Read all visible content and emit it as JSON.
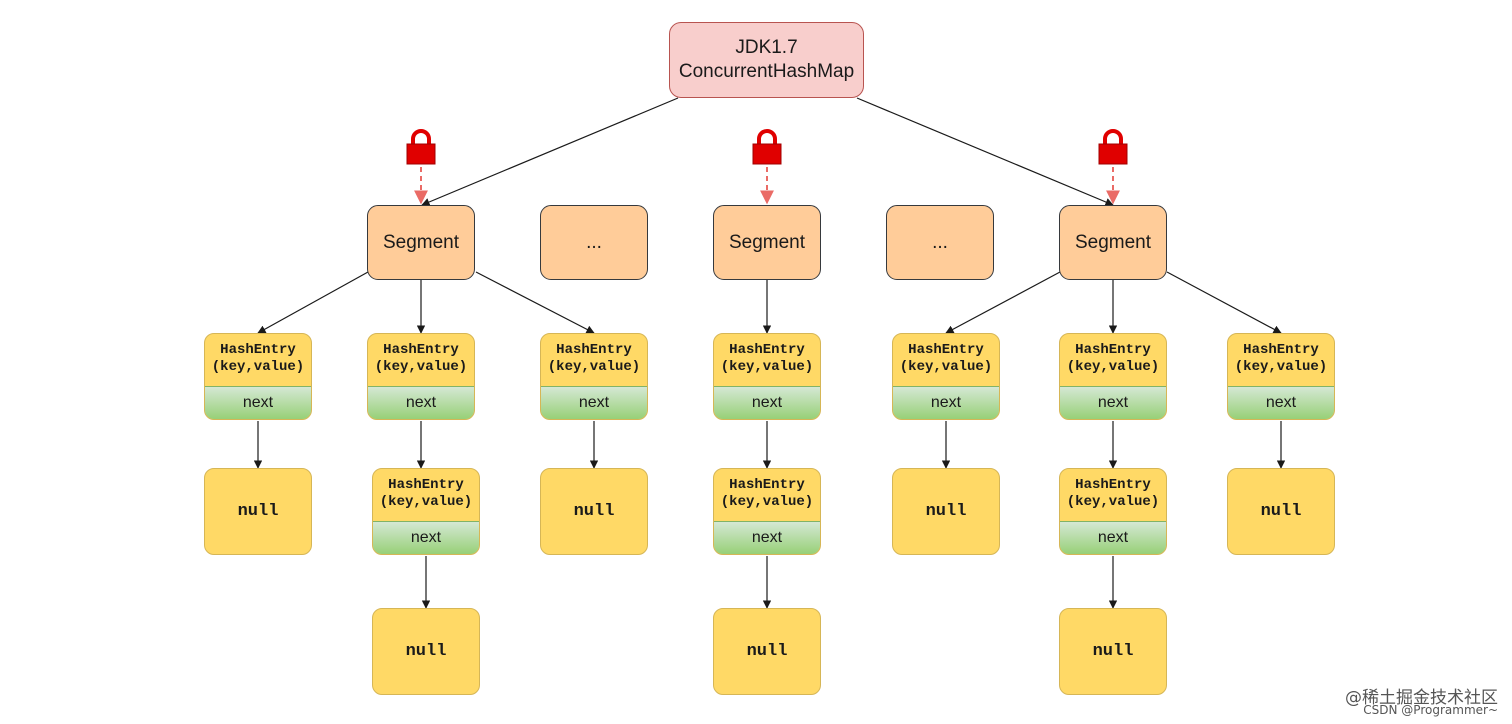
{
  "root": {
    "line1": "JDK1.7",
    "line2": "ConcurrentHashMap"
  },
  "segment_label": "Segment",
  "ellipsis_label": "...",
  "entry": {
    "line1": "HashEntry",
    "line2": "(key,value)",
    "next": "next"
  },
  "null_label": "null",
  "lock_icon": "lock-icon",
  "colors": {
    "root_fill": "#f8cecc",
    "root_stroke": "#b85450",
    "segment_fill": "#ffcc99",
    "entry_fill": "#ffd966",
    "next_fill": "#97d077",
    "lock": "#e00000",
    "lock_arrow": "#ea6b66"
  },
  "watermark": {
    "line1": "@稀土掘金技术社区",
    "line2": "CSDN @Programmer~"
  }
}
